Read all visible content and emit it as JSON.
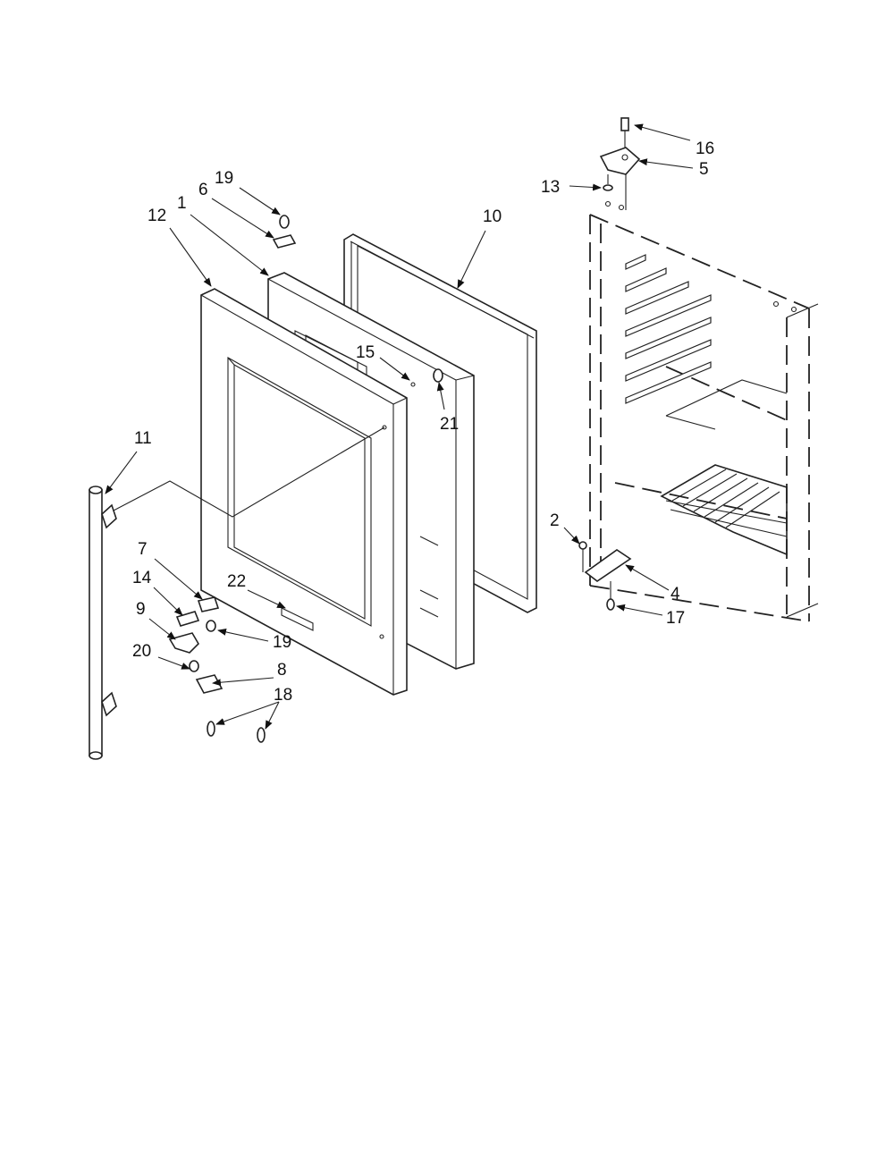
{
  "diagram": {
    "callouts": [
      {
        "id": "c19a",
        "text": "19"
      },
      {
        "id": "c6",
        "text": "6"
      },
      {
        "id": "c12",
        "text": "12"
      },
      {
        "id": "c1",
        "text": "1"
      },
      {
        "id": "c10",
        "text": "10"
      },
      {
        "id": "c15",
        "text": "15"
      },
      {
        "id": "c21",
        "text": "21"
      },
      {
        "id": "c16",
        "text": "16"
      },
      {
        "id": "c5",
        "text": "5"
      },
      {
        "id": "c13",
        "text": "13"
      },
      {
        "id": "c11",
        "text": "11"
      },
      {
        "id": "c2",
        "text": "2"
      },
      {
        "id": "c4",
        "text": "4"
      },
      {
        "id": "c17",
        "text": "17"
      },
      {
        "id": "c7",
        "text": "7"
      },
      {
        "id": "c14",
        "text": "14"
      },
      {
        "id": "c22",
        "text": "22"
      },
      {
        "id": "c9",
        "text": "9"
      },
      {
        "id": "c19b",
        "text": "19"
      },
      {
        "id": "c20",
        "text": "20"
      },
      {
        "id": "c8",
        "text": "8"
      },
      {
        "id": "c18",
        "text": "18"
      }
    ]
  }
}
